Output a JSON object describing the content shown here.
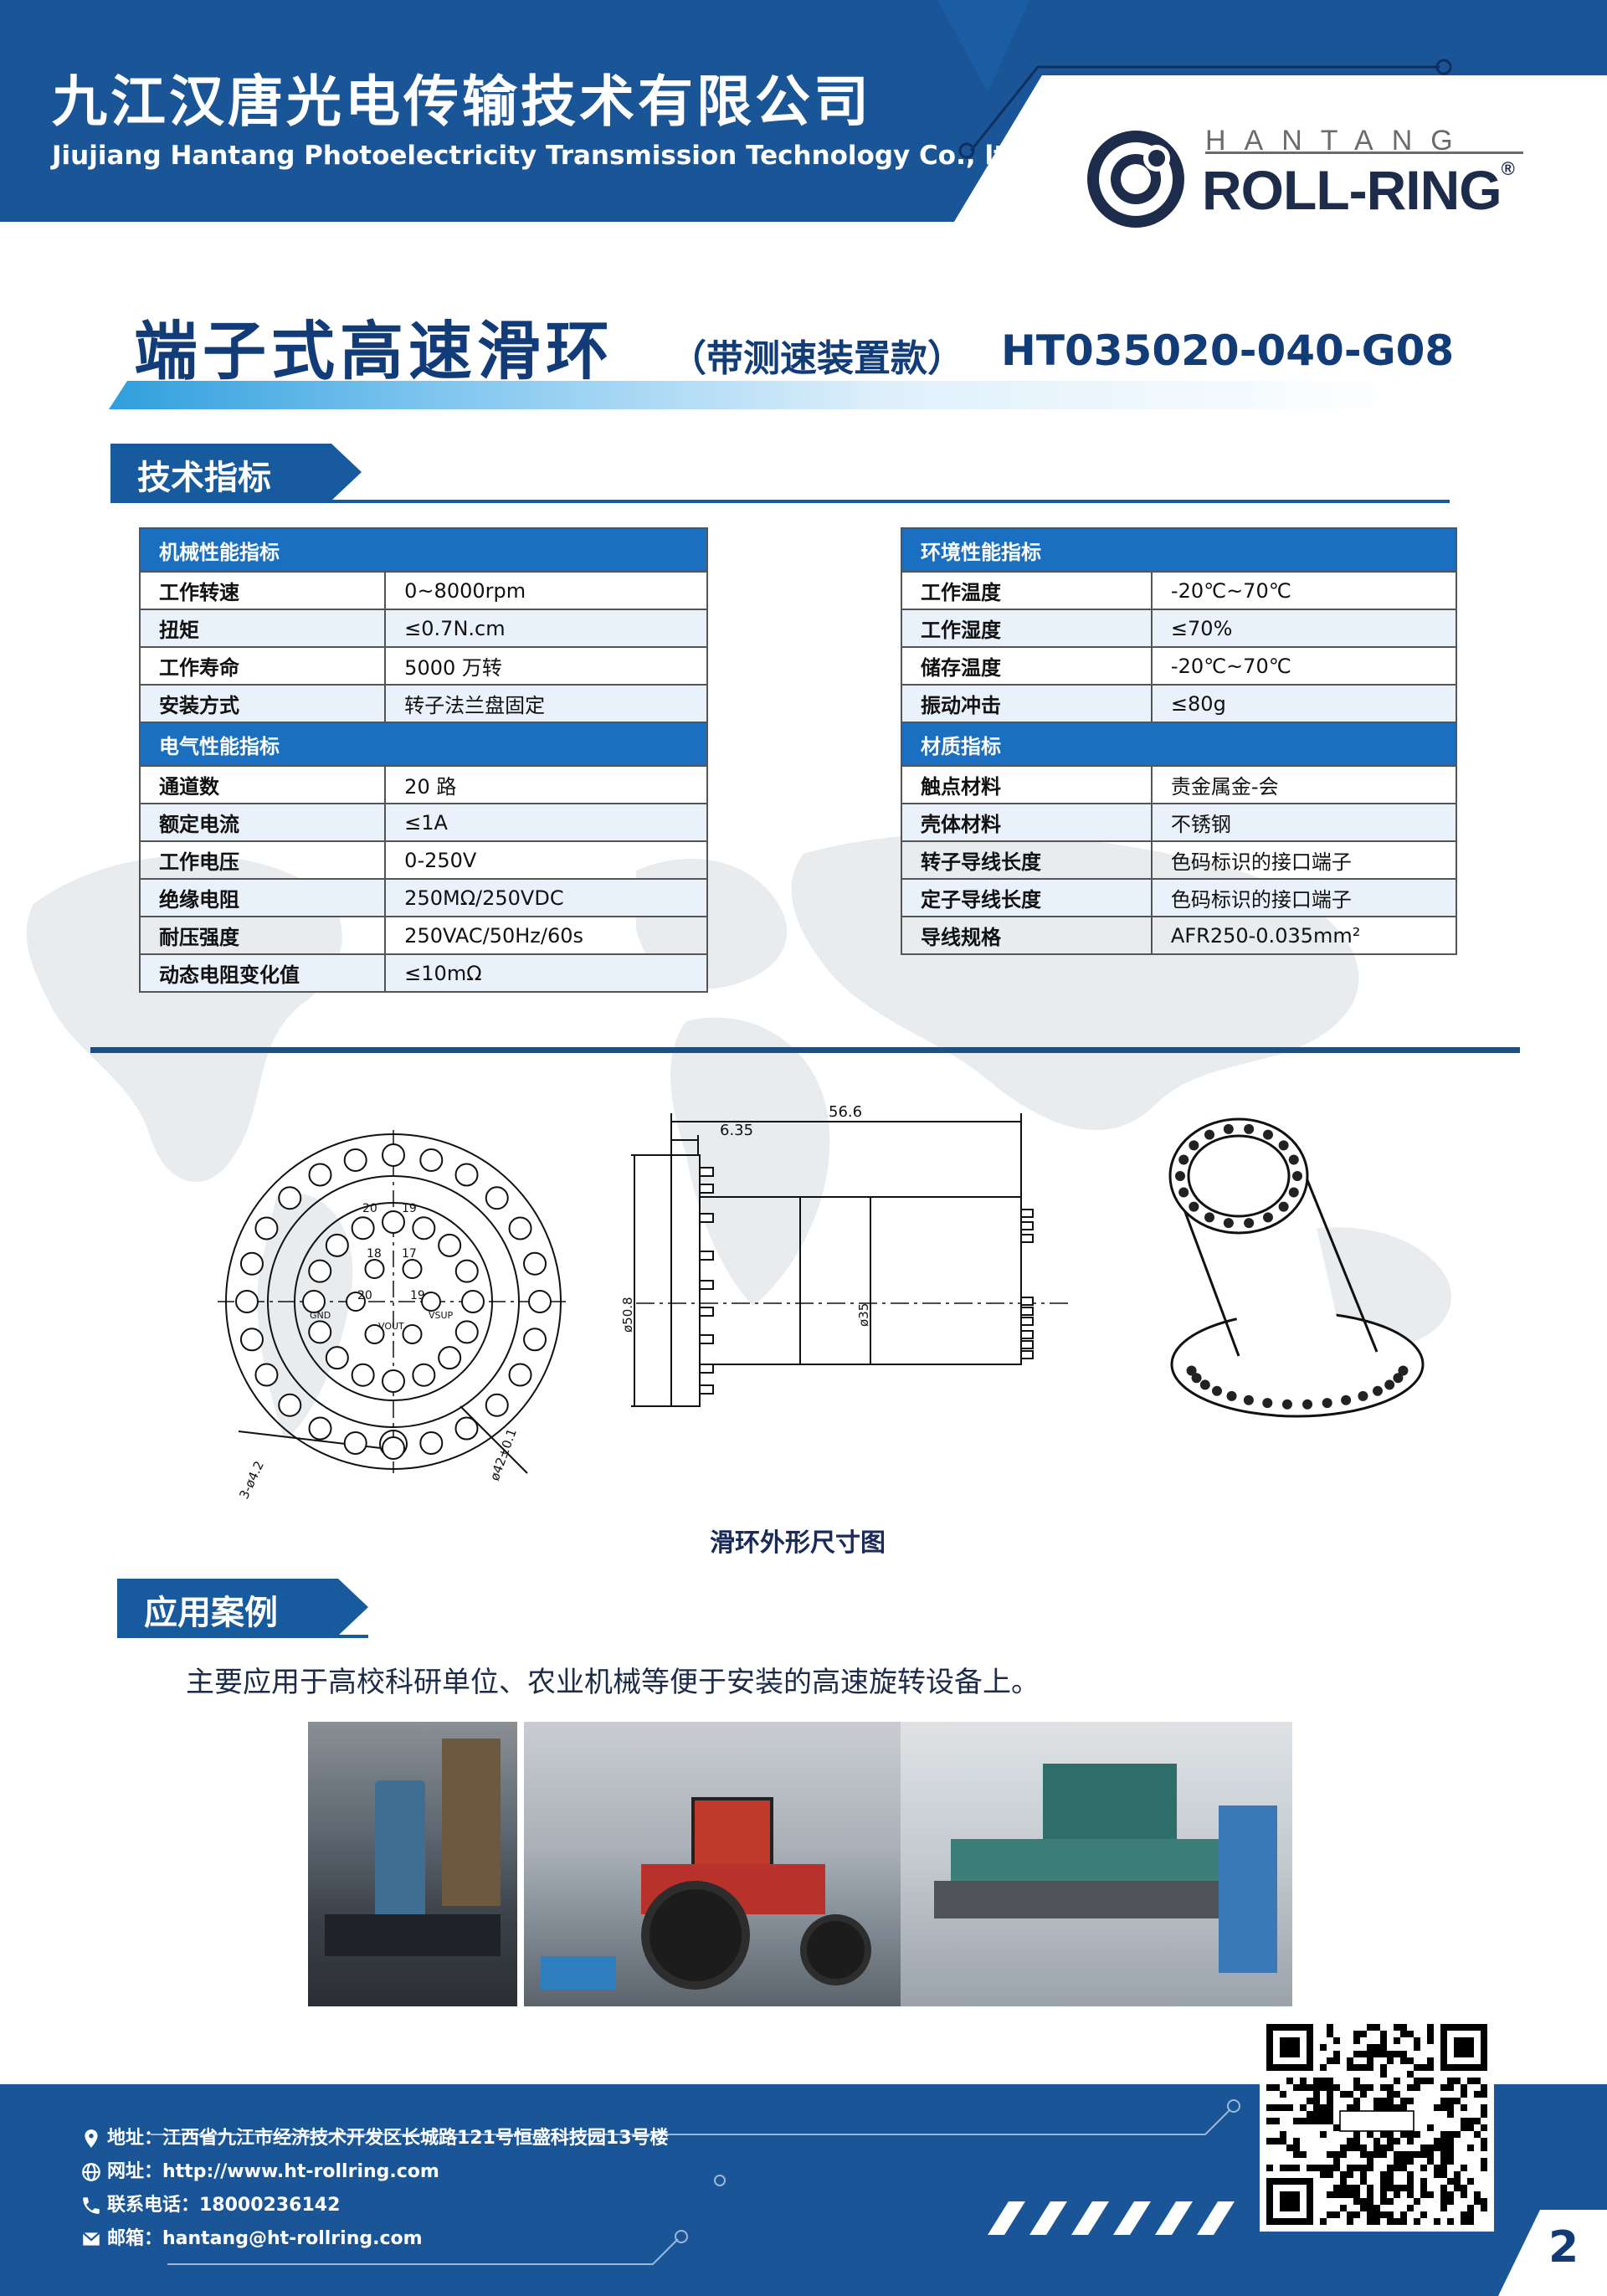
{
  "header": {
    "company_cn": "九江汉唐光电传输技术有限公司",
    "company_en": "Jiujiang Hantang Photoelectricity Transmission Technology Co., ltd",
    "logo_top": "HANTANG",
    "logo_main": "ROLL-RING",
    "logo_reg": "®"
  },
  "title": {
    "main": "端子式高速滑环",
    "sub": "（带测速装置款）",
    "model": "HT035020-040-G08"
  },
  "sections": {
    "specs": "技术指标",
    "application": "应用案例"
  },
  "left_table": {
    "groups": [
      {
        "title": "机械性能指标",
        "rows": [
          {
            "k": "工作转速",
            "v": "0~8000rpm"
          },
          {
            "k": "扭矩",
            "v": "≤0.7N.cm"
          },
          {
            "k": "工作寿命",
            "v": "5000 万转"
          },
          {
            "k": "安装方式",
            "v": "转子法兰盘固定"
          }
        ]
      },
      {
        "title": "电气性能指标",
        "rows": [
          {
            "k": "通道数",
            "v": "20 路"
          },
          {
            "k": "额定电流",
            "v": "≤1A"
          },
          {
            "k": "工作电压",
            "v": "0-250V"
          },
          {
            "k": "绝缘电阻",
            "v": "250MΩ/250VDC"
          },
          {
            "k": "耐压强度",
            "v": "250VAC/50Hz/60s"
          },
          {
            "k": "动态电阻变化值",
            "v": "≤10mΩ"
          }
        ]
      }
    ]
  },
  "right_table": {
    "groups": [
      {
        "title": "环境性能指标",
        "rows": [
          {
            "k": "工作温度",
            "v": "-20℃~70℃"
          },
          {
            "k": "工作湿度",
            "v": "≤70%"
          },
          {
            "k": "储存温度",
            "v": "-20℃~70℃"
          },
          {
            "k": "振动冲击",
            "v": "≤80g"
          }
        ]
      },
      {
        "title": "材质指标",
        "rows": [
          {
            "k": "触点材料",
            "v": "责金属金-会"
          },
          {
            "k": "壳体材料",
            "v": "不锈钢"
          },
          {
            "k": "转子导线长度",
            "v": "色码标识的接口端子"
          },
          {
            "k": "定子导线长度",
            "v": "色码标识的接口端子"
          },
          {
            "k": "导线规格",
            "v": "AFR250-0.035mm²"
          }
        ]
      }
    ]
  },
  "drawing": {
    "dim_total": "56.6",
    "dim_flange": "6.35",
    "dim_d1": "ø50.8",
    "dim_d2": "ø35",
    "dim_holes": "3-ø4.2",
    "dim_pcd": "ø42±0.1",
    "label_gnd": "GND",
    "label_vsup": "VSUP",
    "label_vout": "VOUT",
    "label_18": "18",
    "label_17": "17",
    "label_20": "20",
    "label_19": "19",
    "caption": "滑环外形尺寸图"
  },
  "application": {
    "text": "主要应用于高校科研单位、农业机械等便于安装的高速旋转设备上。"
  },
  "footer": {
    "address": "地址：江西省九江市经济技术开发区长城路121号恒盛科技园13号楼",
    "website": "网址：http://www.ht-rollring.com",
    "phone": "联系电话：18000236142",
    "email": "邮箱：hantang@ht-rollring.com",
    "page": "2"
  },
  "colors": {
    "brand_dark": "#123c78",
    "brand_blue": "#1a5597",
    "table_header": "#1b6fc1",
    "row_alt": "#e9f1fa"
  }
}
